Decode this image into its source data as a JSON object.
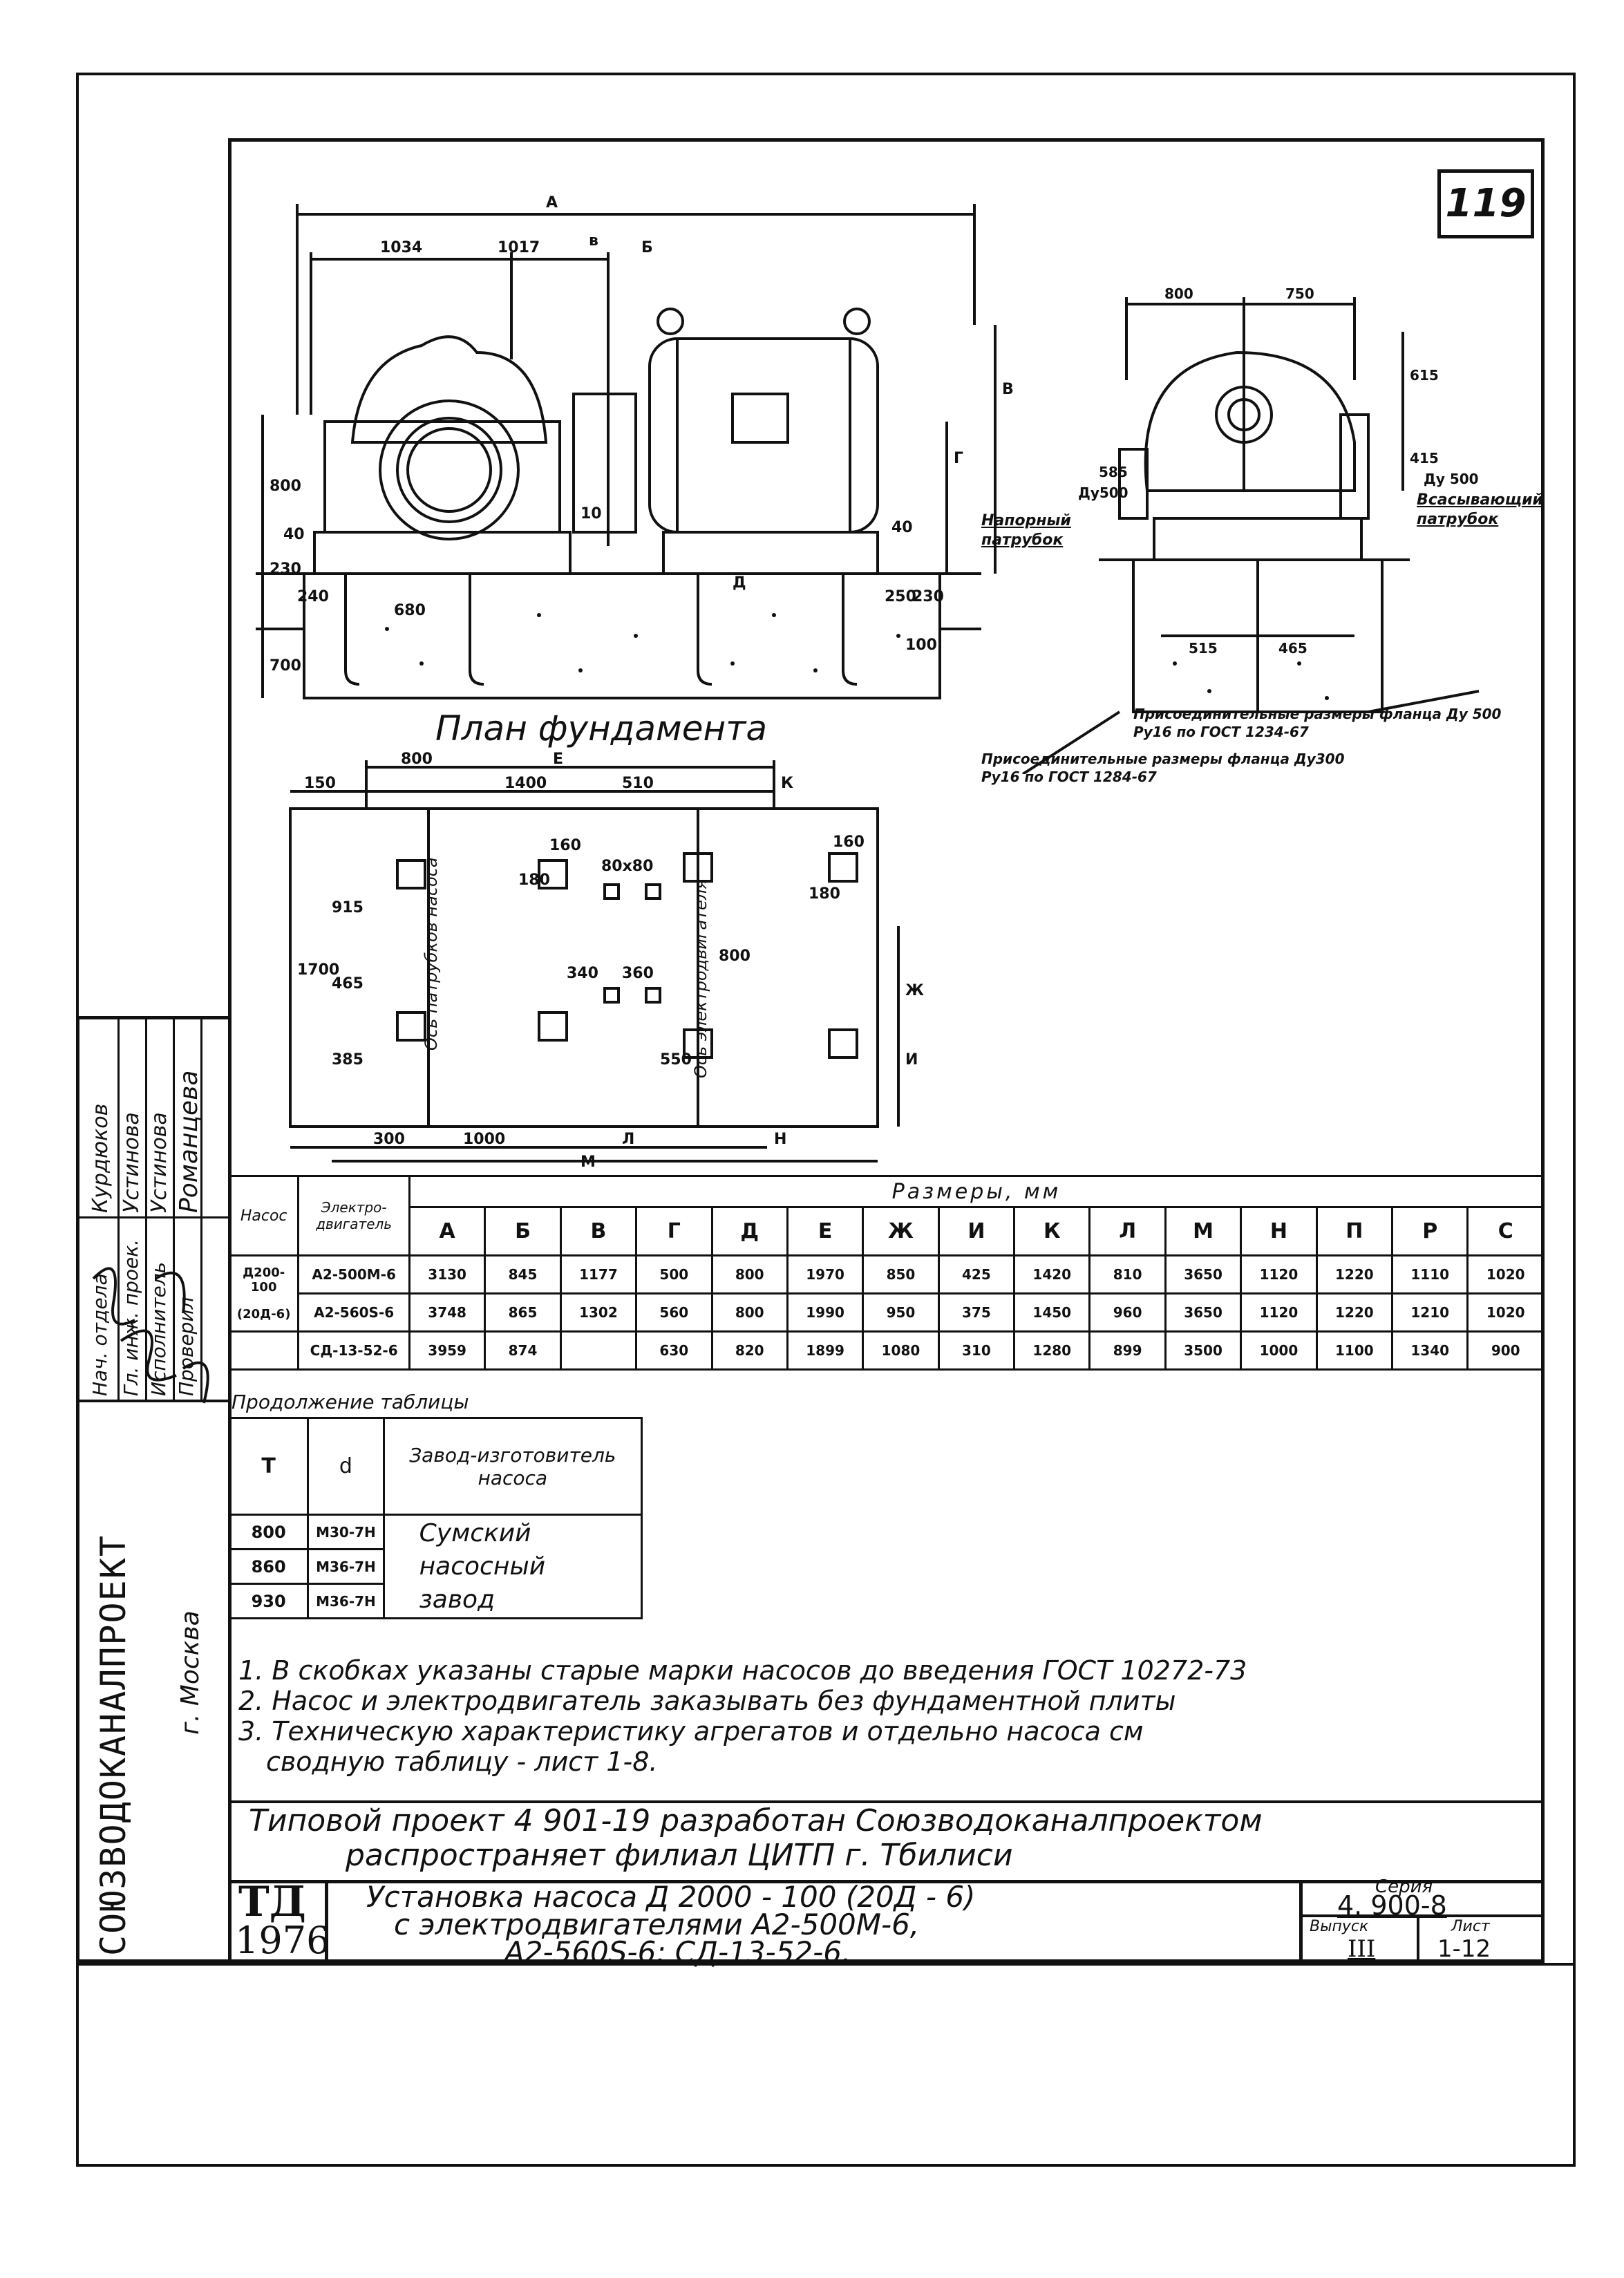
{
  "sheet_number_box": "119",
  "front_view": {
    "dims": {
      "A": "А",
      "d1034": "1034",
      "d1017": "1017",
      "v": "в",
      "b": "Б",
      "vv": "В",
      "g": "Г",
      "d800": "800",
      "d40a": "40",
      "d230": "230",
      "d240": "240",
      "d680": "680",
      "d700": "700",
      "d250": "250",
      "d230b": "230",
      "d40b": "40",
      "d100": "100",
      "d10": "10",
      "dD": "Д"
    }
  },
  "side_view": {
    "dims": {
      "d800": "800",
      "d750": "750",
      "d615": "615",
      "d585": "585",
      "d415": "415",
      "dy500_left": "Ду500",
      "dy500_right": "Ду 500",
      "d515": "515",
      "d465": "465"
    },
    "labels": {
      "discharge": "Напорный патрубок",
      "suction": "Всасывающий патрубок",
      "note1": "Присоединительные размеры фланца Ду 500 Ру16 по ГОСТ 1234-67",
      "note2": "Присоединительные размеры фланца Ду300 Ру16 по ГОСТ 1284-67"
    }
  },
  "plan": {
    "title": "План фундамента",
    "dims": {
      "d800": "800",
      "E": "Е",
      "d150": "150",
      "d1400": "1400",
      "d510": "510",
      "K": "К",
      "d160a": "160",
      "d80x80": "80x80",
      "d160b": "160",
      "d180a": "180",
      "d180b": "180",
      "d1700": "1700",
      "d915": "915",
      "d465": "465",
      "d385": "385",
      "d340": "340",
      "d360": "360",
      "d800v": "800",
      "d550": "550",
      "Zh": "Ж",
      "I": "И",
      "d300": "300",
      "d1000": "1000",
      "L": "Л",
      "N": "Н",
      "M": "М"
    },
    "axis_pump": "Ось патрубков насоса",
    "axis_motor": "Ось электродвигателя"
  },
  "table1": {
    "col_pump": "Насос",
    "col_motor": "Электро-двигатель",
    "group_header": "Размеры, мм",
    "columns": [
      "А",
      "Б",
      "В",
      "Г",
      "Д",
      "Е",
      "Ж",
      "И",
      "К",
      "Л",
      "М",
      "Н",
      "П",
      "Р",
      "С"
    ],
    "pump_names": [
      "Д200-100",
      "(20Д-6)"
    ],
    "rows": [
      {
        "motor": "А2-500М-6",
        "values": [
          "3130",
          "845",
          "1177",
          "500",
          "800",
          "1970",
          "850",
          "425",
          "1420",
          "810",
          "3650",
          "1120",
          "1220",
          "1110",
          "1020"
        ]
      },
      {
        "motor": "А2-560S-6",
        "values": [
          "3748",
          "865",
          "1302",
          "560",
          "800",
          "1990",
          "950",
          "375",
          "1450",
          "960",
          "3650",
          "1120",
          "1220",
          "1210",
          "1020"
        ]
      },
      {
        "motor": "СД-13-52-6",
        "values": [
          "3959",
          "874",
          "",
          "630",
          "820",
          "1899",
          "1080",
          "310",
          "1280",
          "899",
          "3500",
          "1000",
          "1100",
          "1340",
          "900"
        ]
      }
    ]
  },
  "table2": {
    "caption": "Продолжение таблицы",
    "headers": [
      "Т",
      "d",
      "Завод-изготовитель насоса"
    ],
    "rows": [
      [
        "800",
        "М30-7Н"
      ],
      [
        "860",
        "М36-7Н"
      ],
      [
        "930",
        "М36-7Н"
      ]
    ],
    "maker_lines": [
      "Сумский",
      "насосный",
      "завод"
    ]
  },
  "notes": [
    "1. В скобках указаны старые марки насосов до введения ГОСТ 10272-73",
    "2. Насос и электродвигатель заказывать без фундаментной плиты",
    "3. Техническую характеристику агрегатов и отдельно насоса см",
    "сводную таблицу - лист 1-8."
  ],
  "typical_project": [
    "Типовой проект 4 901-19 разработан Союзводоканалпроектом",
    "распространяет филиал ЦИТП г. Тбилиси"
  ],
  "stamp": {
    "td": "ТД",
    "year": "1976",
    "title_lines": [
      "Установка насоса Д 2000 - 100 (20Д - 6)",
      "с электродвигателями А2-500М-6,",
      "А2-560S-6;  СД-13-52-6."
    ],
    "seria_label": "Серия",
    "seria_value": "4. 900-8",
    "vypusk_label": "Выпуск",
    "vypusk_value": "III",
    "list_label": "Лист",
    "list_value": "1-12"
  },
  "side_strip": {
    "org": "СОЮЗВОДОКАНАЛПРОЕКТ",
    "city": "г. Москва",
    "roles": [
      "Нач. отдела",
      "Гл. инж. проек.",
      "Исполнитель",
      "Проверил"
    ],
    "names": [
      "Курдюков",
      "Устинова",
      "Устинова",
      "Романцева"
    ]
  }
}
